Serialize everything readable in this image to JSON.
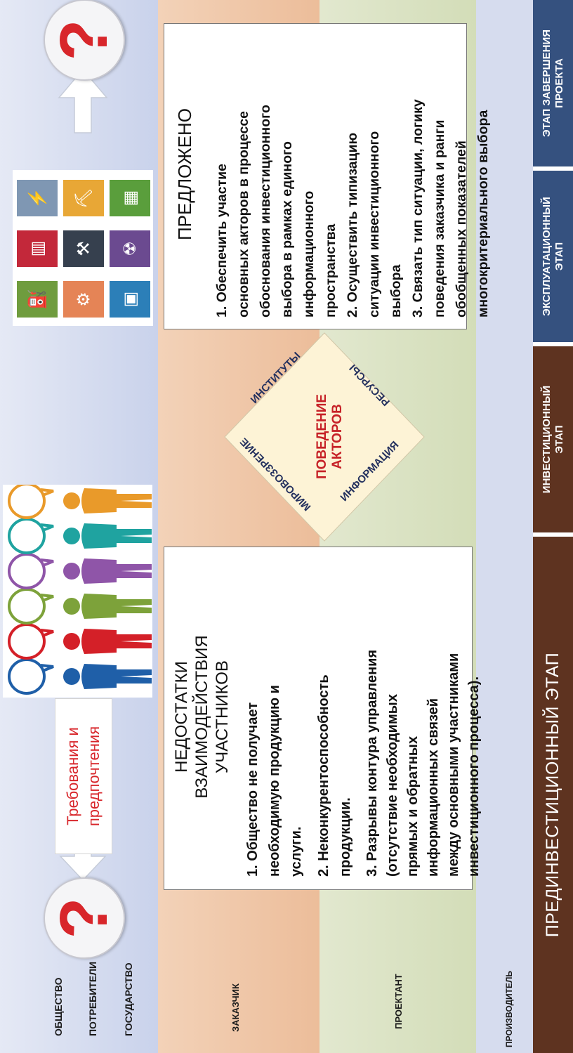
{
  "actors": {
    "society": "ОБЩЕСТВО",
    "consumers": "ПОТРЕБИТЕЛИ",
    "state": "ГОСУДАРСТВО",
    "customer": "ЗАКАЗЧИК",
    "designer": "ПРОЕКТАНТ",
    "producer": "ПРОИЗВОДИТЕЛЬ"
  },
  "question_mark": "?",
  "requirements": "Требования и\nпредпочтения",
  "shortcomings": {
    "title": "НЕДОСТАТКИ\nВЗАИМОДЕЙСТВИЯ\nУЧАСТНИКОВ",
    "item1": "1. Общество не получает\nнеобходимую продукцию и\nуслуги.",
    "item2": "2. Неконкурентоспособность\nпродукции.",
    "item3": "3. Разрывы контура управления\n(отсутствие необходимых\nпрямых и обратных\nинформационных связей\nмежду основными участниками\nинвестиционного процесса)."
  },
  "diamond": {
    "center": "ПОВЕДЕНИЕ АКТОРОВ",
    "worldview": "МИРОВОЗЗРЕНИЕ",
    "institutes": "ИНСТИТУТЫ",
    "information": "ИНФОРМАЦИЯ",
    "resources": "РЕСУРСЫ"
  },
  "proposed": {
    "title": "ПРЕДЛОЖЕНО",
    "body": "1. Обеспечить участие\nосновных акторов в процессе\nобоснования инвестиционного\nвыбора в рамках единого\nинформационного\nпространства\n2.  Осуществить типизацию\nситуации инвестиционного\nвыбора\n3. Связать тип ситуации, логику\nповедения заказчика и ранги\nобобщенных показателей\nмногокритериального выбора"
  },
  "stages": {
    "pre_investment": "ПРЕДИНВЕСТИЦИОННЫЙ ЭТАП",
    "investment": "ИНВЕСТИЦИОННЫЙ\nЭТАП",
    "operation": "ЭКСПЛУАТАЦИОННЫЙ\nЭТАП",
    "completion": "ЭТАП ЗАВЕРШЕНИЯ\nПРОЕКТА"
  },
  "people_colors": [
    "#1f5fa8",
    "#d42028",
    "#7da23a",
    "#8f55a8",
    "#1fa3a0",
    "#e99a2a"
  ],
  "tile_icons": [
    {
      "name": "oil-rig-icon",
      "color": "#6f9c3e",
      "glyph": "⛽"
    },
    {
      "name": "factory-icon",
      "color": "#c3283a",
      "glyph": "▥"
    },
    {
      "name": "power-line-icon",
      "color": "#7f97b3",
      "glyph": "⚡"
    },
    {
      "name": "tractor-icon",
      "color": "#e58456",
      "glyph": "⚙"
    },
    {
      "name": "pumpjack-icon",
      "color": "#36404e",
      "glyph": "⚒"
    },
    {
      "name": "wheelbarrow-icon",
      "color": "#e8a736",
      "glyph": "⛏"
    },
    {
      "name": "tank-icon",
      "color": "#2c7fb8",
      "glyph": "▣"
    },
    {
      "name": "radiation-icon",
      "color": "#6b4a90",
      "glyph": "☢"
    },
    {
      "name": "building-icon",
      "color": "#5a9e3c",
      "glyph": "▦"
    }
  ],
  "colors": {
    "top_band": "#d3dbee",
    "customer_band": "#efc6a6",
    "designer_band": "#d9e2c4",
    "producer_band": "#d5dbec",
    "stage_dark": "#5e3320",
    "stage_blue": "#35517f",
    "question": "#d8262b",
    "center_text": "#c62127",
    "label_blue": "#23305e"
  }
}
